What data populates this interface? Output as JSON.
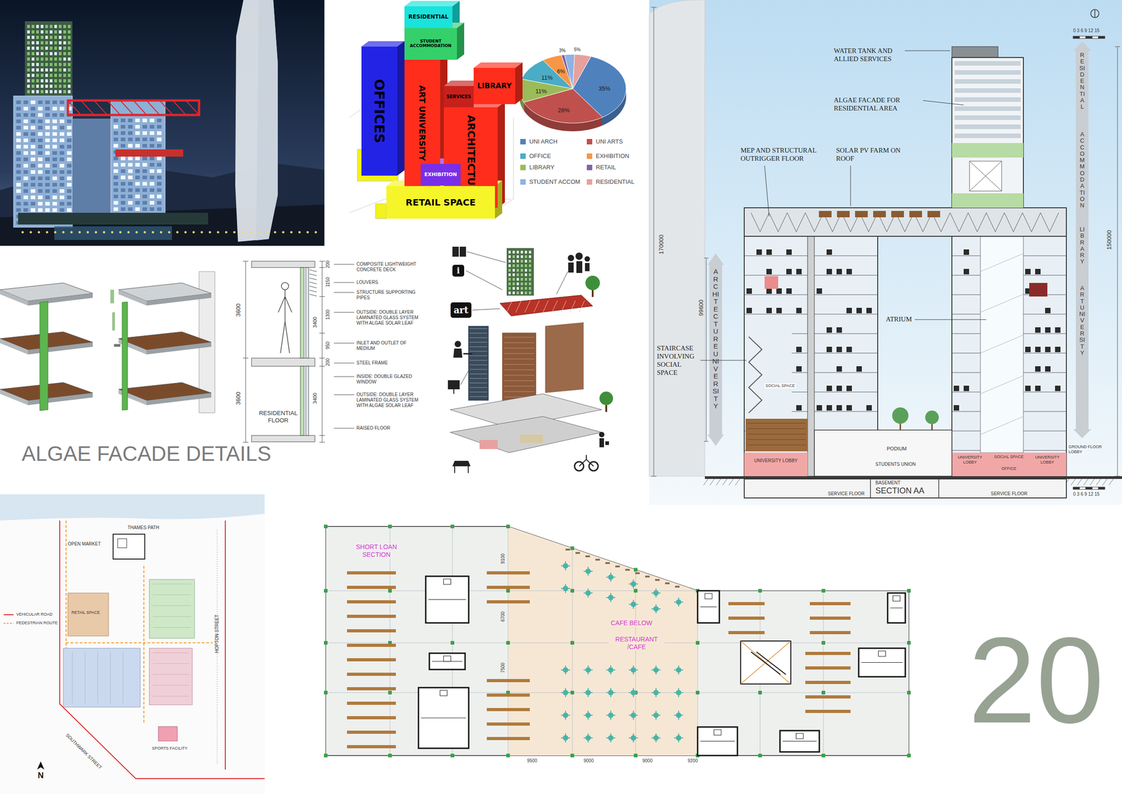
{
  "diagram": {
    "nodes": [
      {
        "text": [
          "RESIDENTIAL"
        ]
      },
      {
        "text": [
          "STUDENT ACCOMMODATION"
        ]
      },
      {
        "text": [
          "OFFICES"
        ]
      },
      {
        "text": [
          "ART UNIVERSITY"
        ]
      },
      {
        "text": [
          "SERVICES"
        ]
      },
      {
        "text": [
          "LIBRARY"
        ]
      },
      {
        "text": [
          "ARCHITECTURE"
        ]
      },
      {
        "text": [
          "EXHIBITION"
        ]
      },
      {
        "text": [
          "RETAIL SPACE"
        ]
      },
      {
        "text": [
          "i"
        ]
      },
      {
        "text": [
          "art"
        ]
      }
    ],
    "labels": [
      "35%",
      "28%",
      "11%",
      "11%",
      "6%",
      "3%",
      "5%",
      "WATER TANK AND ALLIED SERVICES",
      "ALGAE FACADE FOR RESIDENTIAL AREA",
      "MEP AND STRUCTURAL OUTRIGGER FLOOR",
      "SOLAR PV FARM ON ROOF",
      "ATRIUM",
      "STAIRCASE INVOLVING SOCIAL SPACE",
      "ARCHITECTURE UNIVERSITY",
      "RESIDENTIAL",
      "ACCOMMODATION",
      "LIBRARY",
      "ART UNIVERSITY",
      "170000",
      "99600",
      "150000",
      "0 3 6 9 12 15",
      "0 3 6 9 12 15",
      "GROUND FLOOR LOBBY",
      "SOCIAL SPACE",
      "UNIVERSITY LOBBY",
      "UNIVERSITY LOBBY",
      "SOCIAL SPACE",
      "OFFICE",
      "UNIVERSITY LOBBY",
      "PODIUM",
      "STUDENTS UNION",
      "BASEMENT",
      "SECTION AA",
      "SERVICE FLOOR",
      "SERVICE FLOOR",
      "3600",
      "3600",
      "200",
      "1150",
      "1300",
      "950",
      "200",
      "3400",
      "3400",
      "COMPOSITE LIGHTWEIGHT CONCRETE DECK",
      "LOUVERS",
      "STRUCTURE SUPPORTING PIPES",
      "OUTSIDE: DOUBLE LAYER LAMINATED GLASS SYSTEM WITH ALGAE SOLAR LEAF",
      "INLET AND OUTLET OF MEDIUM",
      "STEEL FRAME",
      "INSIDE: DOUBLE GLAZED WINDOW",
      "OUTSIDE: DOUBLE LAYER LAMINATED GLASS SYSTEM WITH ALGAE SOLAR LEAF",
      "RAISED FLOOR",
      "RESIDENTIAL FLOOR",
      "ALGAE FACADE DETAILS",
      "THAMES PATH",
      "OPEN MARKET",
      "RETAIL SPACE",
      "SPORTS FACILITY",
      "SOUTHWARK STREET",
      "HOPTON STREET",
      "N",
      "SHORT LOAN SECTION",
      "CAFE BELOW",
      "RESTAURANT /CAFE",
      "9100",
      "6700",
      "7500",
      "9500",
      "9000",
      "9000",
      "9200",
      "20"
    ],
    "legend": [
      {
        "text": "UNI ARCH",
        "color": "#4f81bd"
      },
      {
        "text": "UNI ARTS",
        "color": "#c0504d"
      },
      {
        "text": "OFFICE",
        "color": "#4bacc6"
      },
      {
        "text": "EXHIBITION",
        "color": "#f79646"
      },
      {
        "text": "LIBRARY",
        "color": "#9bbb59"
      },
      {
        "text": "RETAIL",
        "color": "#8064a2"
      },
      {
        "text": "STUDENT ACCOM",
        "color": "#8db3e2"
      },
      {
        "text": "RESIDENTIAL",
        "color": "#e6a09d"
      },
      {
        "text": "VEHICULAR ROAD"
      },
      {
        "text": "PEDESTRIAN ROUTE"
      }
    ]
  }
}
